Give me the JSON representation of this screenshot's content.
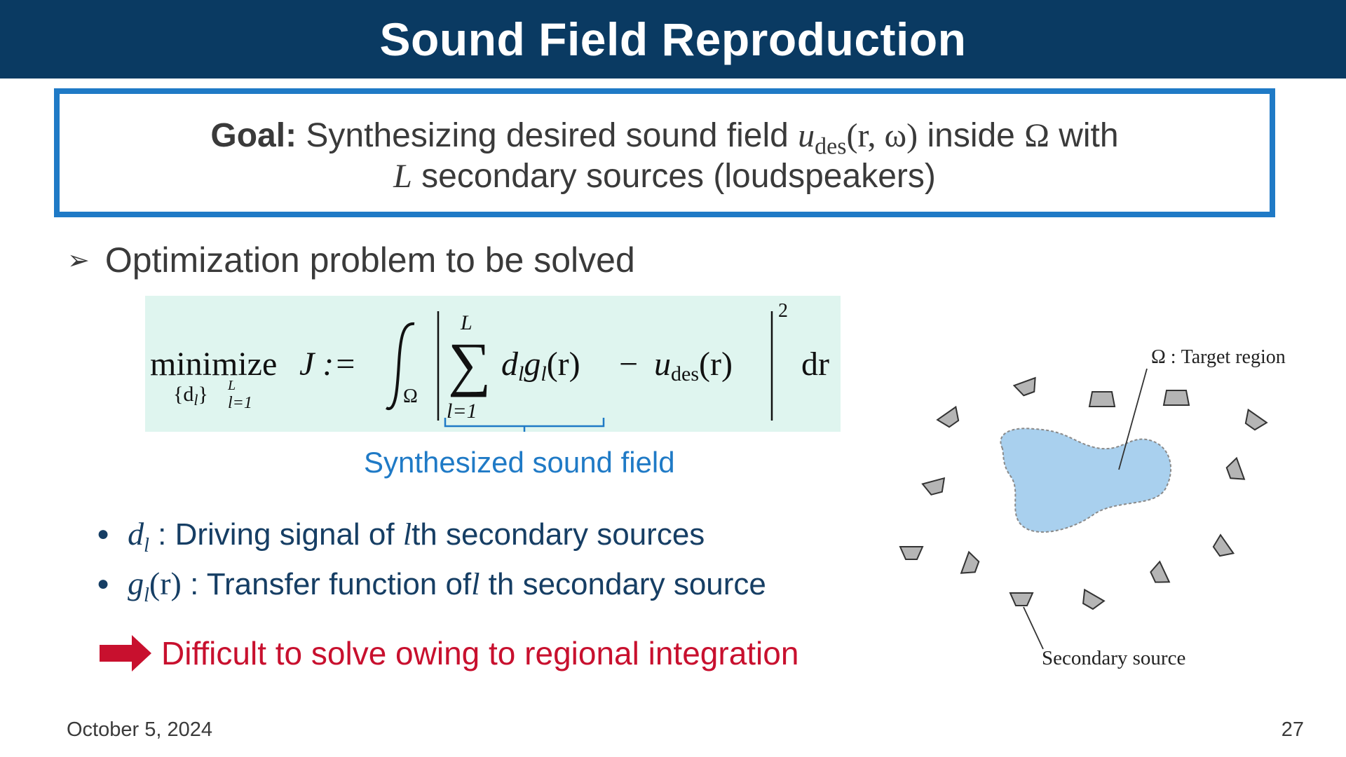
{
  "title": "Sound Field Reproduction",
  "goal": {
    "label": "Goal:",
    "text1": " Synthesizing desired sound field ",
    "u_des": "u",
    "des_sub": "des",
    "args": "(r, ω)",
    "inside": " inside ",
    "omega": "Ω",
    "with": " with",
    "L": "L",
    "text2": " secondary sources (loudspeakers)"
  },
  "bullet_main": "Optimization problem to be solved",
  "formula": {
    "minimize": "minimize",
    "J_assign": "J :=",
    "under": "{d",
    "under_sub": "l",
    "under_close": "}",
    "under_sup": "L",
    "under_sub2": "l=1",
    "integral_sub": "Ω",
    "sum_top": "L",
    "sum_bottom": "l=1",
    "term": "d",
    "term_sub": "l",
    "g": "g",
    "g_sub": "l",
    "r_arg": "(r)",
    "minus": "−",
    "u": "u",
    "u_sub": "des",
    "u_arg": "(r)",
    "power": "2",
    "dr": "dr"
  },
  "synth_label": "Synthesized sound field",
  "sub_bullets": [
    {
      "symbol": "d",
      "symbol_sub": "l",
      "text": " : Driving signal of ",
      "l": "l",
      "text2": "th secondary sources"
    },
    {
      "symbol": "g",
      "symbol_sub": "l",
      "symbol_arg": "(r)",
      "text": " : Transfer function of",
      "l": "l",
      "text2": " th secondary source"
    }
  ],
  "conclusion": "Difficult to solve owing to regional integration",
  "diagram": {
    "target_label": "Ω : Target region",
    "source_label": "Secondary source"
  },
  "footer": {
    "date": "October 5, 2024",
    "page": "27"
  },
  "colors": {
    "title_bg": "#0a3a62",
    "box_border": "#1f7ac6",
    "formula_bg": "#dff5ef",
    "accent_blue": "#1f7ac6",
    "dark_blue_text": "#163e64",
    "red": "#c8102e",
    "region_fill": "#a9d0ee"
  }
}
